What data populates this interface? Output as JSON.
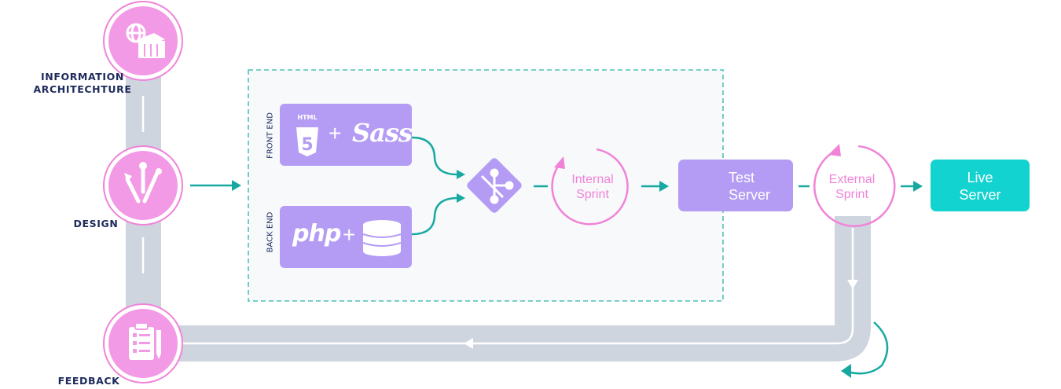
{
  "stages": {
    "information_architecture": "INFORMATION\nARCHITECHTURE",
    "design": "DESIGN",
    "feedback": "FEEDBACK"
  },
  "lanes": {
    "front_end": "FRONT END",
    "back_end": "BACK END"
  },
  "tech": {
    "html_badge": "HTML",
    "html_number": "5",
    "sass": "Sass",
    "php": "php",
    "plus": "+"
  },
  "sprints": {
    "internal_line1": "Internal",
    "internal_line2": "Sprint",
    "external_line1": "External",
    "external_line2": "Sprint"
  },
  "servers": {
    "test_line1": "Test",
    "test_line2": "Server",
    "live_line1": "Live",
    "live_line2": "Server"
  },
  "icons": {
    "info_arch": "globe-building-icon",
    "design": "design-tools-icon",
    "feedback": "clipboard-checklist-icon",
    "git": "git-merge-icon",
    "test": "magnifier-gear-icon",
    "database": "database-icon",
    "html5": "html5-icon",
    "sass": "sass-logo-icon"
  },
  "colors": {
    "pink_circle": "#f39ae6",
    "pink_ring": "#f083d8",
    "purple": "#b49cf5",
    "teal": "#17a9a1",
    "live": "#12d3cf",
    "track": "#cfd5df",
    "navy": "#1d2a5b"
  }
}
